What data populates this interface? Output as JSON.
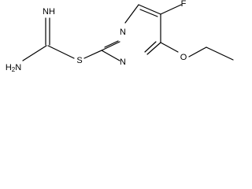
{
  "molecule": {
    "atoms": {
      "imine_nh": "NH",
      "amine_nh2": "H2N",
      "sulfur": "S",
      "ring_n_top": "N",
      "ring_n_bottom": "N",
      "fluorine": "F",
      "ether_o": "O"
    }
  },
  "colors": {
    "bond": "#000000",
    "label": "#000000",
    "background": "#ffffff"
  }
}
